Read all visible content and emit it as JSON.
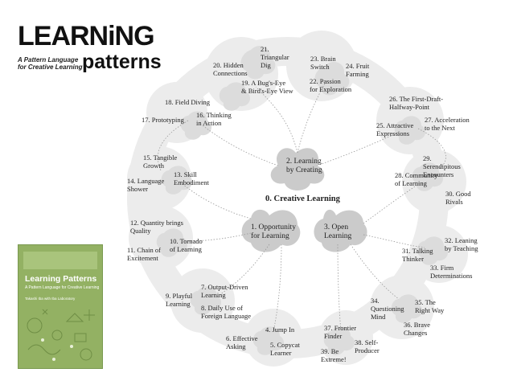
{
  "logo": {
    "title": "LEARNiNG",
    "subtitle_line1": "A Pattern Language",
    "subtitle_line2": "for Creative Learning",
    "word": "patterns"
  },
  "book": {
    "title": "Learning Patterns",
    "subtitle": "A Pattern Language for Creative Learning",
    "author": "Takashi Iba with Iba Laboratory"
  },
  "patterns": {
    "p0": "0. Creative Learning",
    "p1": "1. Opportunity\nfor Learning",
    "p2": "2. Learning\nby Creating",
    "p3": "3. Open\nLearning",
    "p4": "4. Jump In",
    "p5": "5. Copycat\nLearner",
    "p6": "6. Effective\nAsking",
    "p7": "7. Output-Driven\nLearning",
    "p8": "8. Daily Use of\nForeign Language",
    "p9": "9. Playful\nLearning",
    "p10": "10. Tornado\nof Learning",
    "p11": "11. Chain of\nExcitement",
    "p12": "12. Quantity brings\nQuality",
    "p13": "13. Skill\nEmbodiment",
    "p14": "14. Language\nShower",
    "p15": "15. Tangible\nGrowth",
    "p16": "16. Thinking\nin Action",
    "p17": "17. Prototyping",
    "p18": "18. Field Diving",
    "p19": "19. A Bug's-Eye\n& Bird's-Eye View",
    "p20": "20. Hidden\nConnections",
    "p21": "21.\nTriangular\nDig",
    "p22": "22. Passion\nfor Exploration",
    "p23": "23. Brain\nSwitch",
    "p24": "24. Fruit\nFarming",
    "p25": "25. Attractive\nExpressions",
    "p26": "26. The First-Draft-\nHalfway-Point",
    "p27": "27. Acceleration\nto the Next",
    "p28": "28. Community\nof Learning",
    "p29": "29.\nSerendipitous\nEncounters",
    "p30": "30. Good\nRivals",
    "p31": "31. Talking\nThinker",
    "p32": "32. Leaning\nby Teaching",
    "p33": "33. Firm\nDeterminations",
    "p34": "34.\nQuestioning\nMind",
    "p35": "35. The\nRight Way",
    "p36": "36. Brave\nChanges",
    "p37": "37. Frontier\nFinder",
    "p38": "38. Self-\nProducer",
    "p39": "39. Be\nExtreme!"
  }
}
